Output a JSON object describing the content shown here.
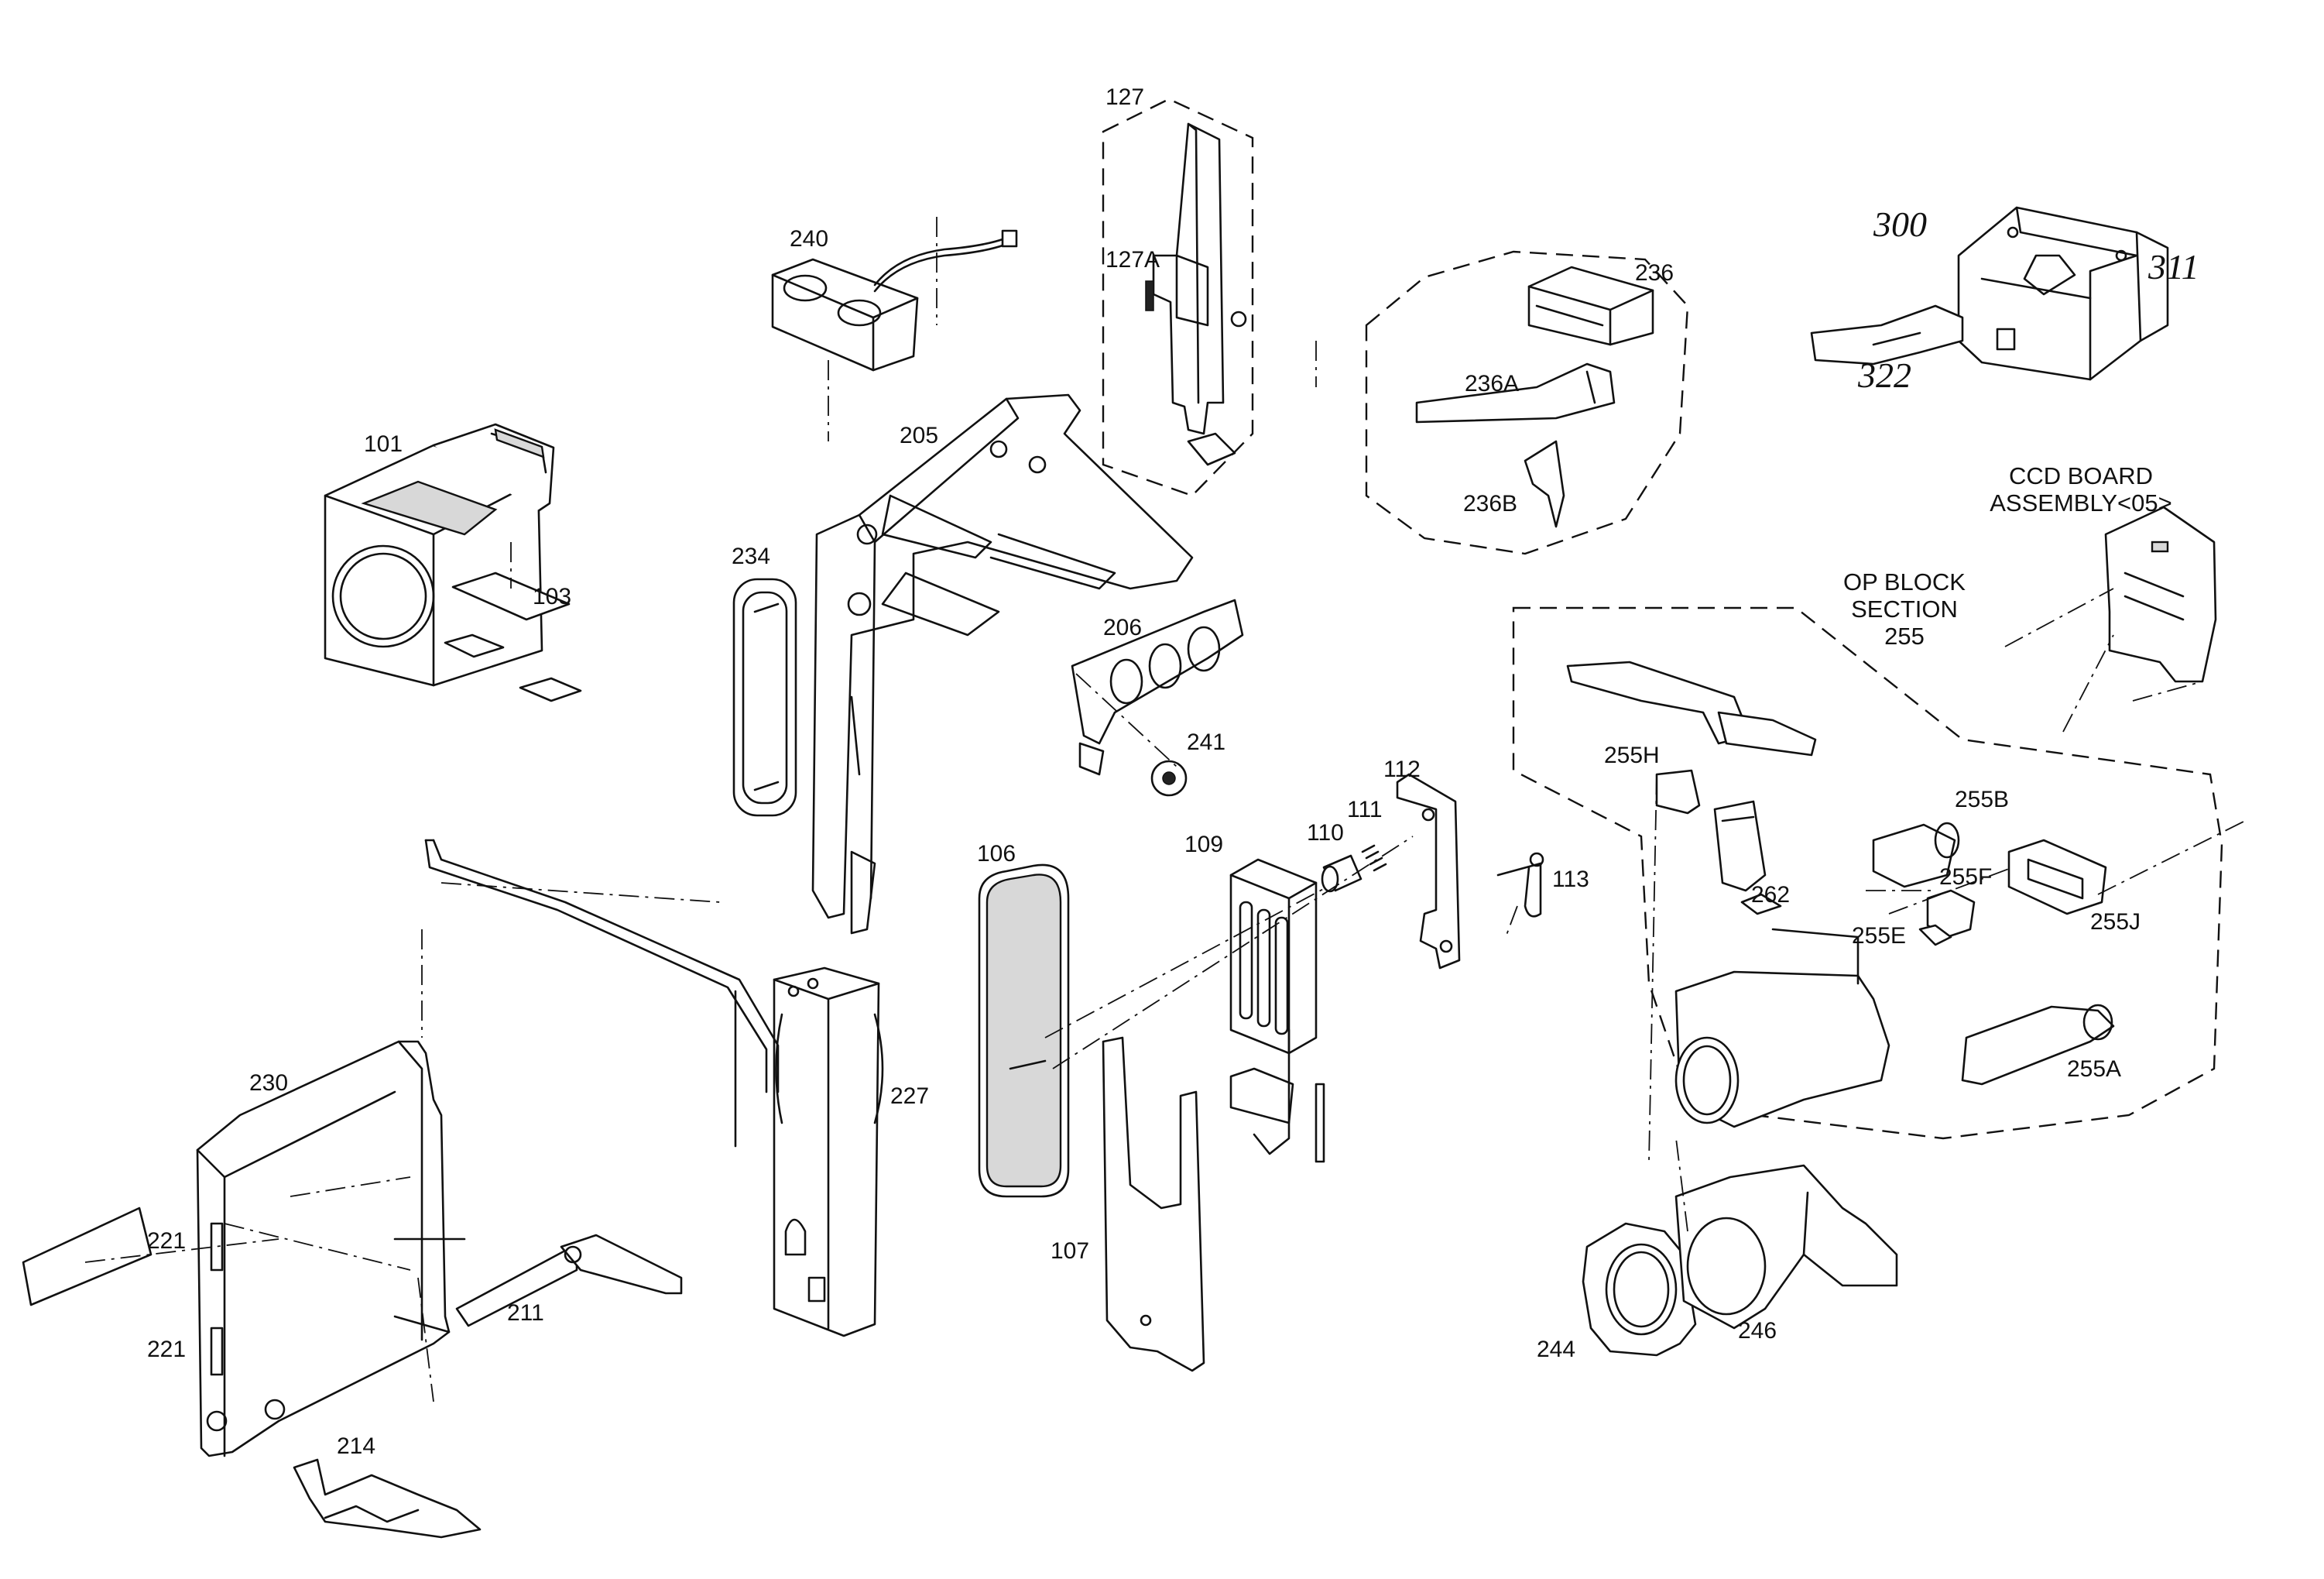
{
  "diagram": {
    "part_labels": [
      "127",
      "127A",
      "240",
      "236",
      "236A",
      "236B",
      "101",
      "103",
      "205",
      "234",
      "206",
      "241",
      "112",
      "111",
      "110",
      "113",
      "106",
      "109",
      "107",
      "227",
      "230",
      "221",
      "211",
      "214",
      "255H",
      "255B",
      "262",
      "255F",
      "255E",
      "255J",
      "255A",
      "244",
      "246",
      "221"
    ],
    "handwritten_labels": [
      "300",
      "311",
      "322"
    ],
    "assembly_labels": {
      "ccd_board_line1": "CCD BOARD",
      "ccd_board_line2": "ASSEMBLY<05>",
      "op_block_line1": "OP  BLOCK",
      "op_block_line2": "SECTION",
      "op_block_line3": "255"
    }
  }
}
